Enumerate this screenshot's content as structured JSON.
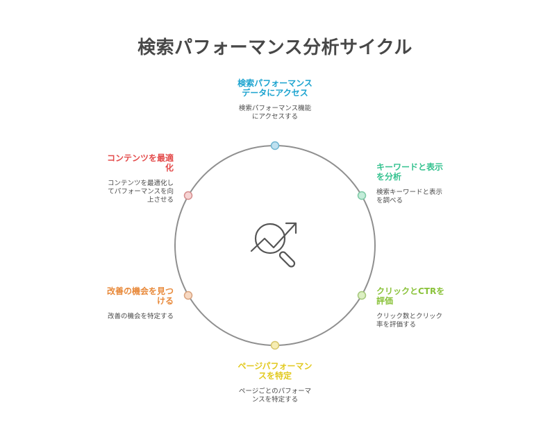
{
  "title": "検索パフォーマンス分析サイクル",
  "center_icon": "search-analytics-icon",
  "steps": [
    {
      "heading": "検索パフォーマンスデータにアクセス",
      "description": "検索パフォーマンス機能にアクセスする",
      "color": "#1aa3cf",
      "node_fill": "#bfe1f0",
      "node_stroke": "#6fb5d0"
    },
    {
      "heading": "キーワードと表示を分析",
      "description": "検索キーワードと表示を調べる",
      "color": "#34c28f",
      "node_fill": "#c3ecd9",
      "node_stroke": "#7cc9a5"
    },
    {
      "heading": "クリックとCTRを評価",
      "description": "クリック数とクリック率を評価する",
      "color": "#8ac23a",
      "node_fill": "#dcefc3",
      "node_stroke": "#a4c77b"
    },
    {
      "heading": "ページパフォーマンスを特定",
      "description": "ページごとのパフォーマンスを特定する",
      "color": "#e2c91f",
      "node_fill": "#f6edb4",
      "node_stroke": "#d7c66b"
    },
    {
      "heading": "改善の機会を見つける",
      "description": "改善の機会を特定する",
      "color": "#e8893a",
      "node_fill": "#f7d9c3",
      "node_stroke": "#d9a27d"
    },
    {
      "heading": "コンテンツを最適化",
      "description": "コンテンツを最適化してパフォーマンスを向上させる",
      "color": "#e34b4b",
      "node_fill": "#f6d4d4",
      "node_stroke": "#d58c8c"
    }
  ]
}
